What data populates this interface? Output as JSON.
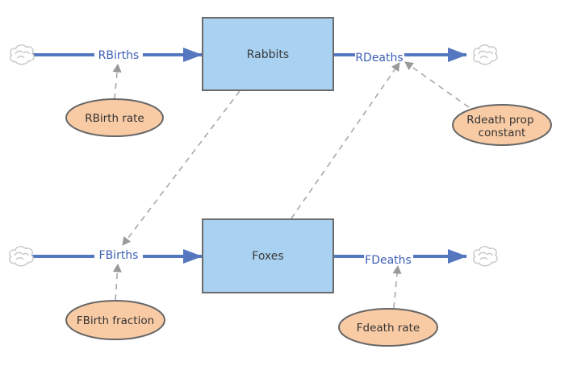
{
  "diagram": {
    "kind": "stock-and-flow model",
    "background": "#FFFFFF"
  },
  "colors": {
    "flow": "#5577C0",
    "flow_label": "#3D5FB5",
    "stock_fill": "#A9D1F1",
    "stock_border": "#6B6B6B",
    "converter_fill": "#F9CBA5",
    "converter_border": "#666666",
    "link": "#A8A8A8",
    "link_arrow": "#999999",
    "cloud": "#C8C8C8",
    "text": "#333333"
  },
  "stocks": [
    {
      "label": "Rabbits"
    },
    {
      "label": "Foxes"
    }
  ],
  "flows": [
    {
      "label": "RBirths"
    },
    {
      "label": "RDeaths"
    },
    {
      "label": "FBirths"
    },
    {
      "label": "FDeaths"
    }
  ],
  "converters": [
    {
      "label": "RBirth rate"
    },
    {
      "label": "Rdeath prop constant",
      "line1": "Rdeath prop",
      "line2": "constant"
    },
    {
      "label": "FBirth fraction"
    },
    {
      "label": "Fdeath rate"
    }
  ],
  "links": [
    {
      "from": "RBirth rate",
      "to": "RBirths"
    },
    {
      "from": "Rdeath prop constant",
      "to": "RDeaths"
    },
    {
      "from": "Rabbits",
      "to": "FBirths"
    },
    {
      "from": "Foxes",
      "to": "RDeaths"
    },
    {
      "from": "FBirth fraction",
      "to": "FBirths"
    },
    {
      "from": "Fdeath rate",
      "to": "FDeaths"
    }
  ]
}
